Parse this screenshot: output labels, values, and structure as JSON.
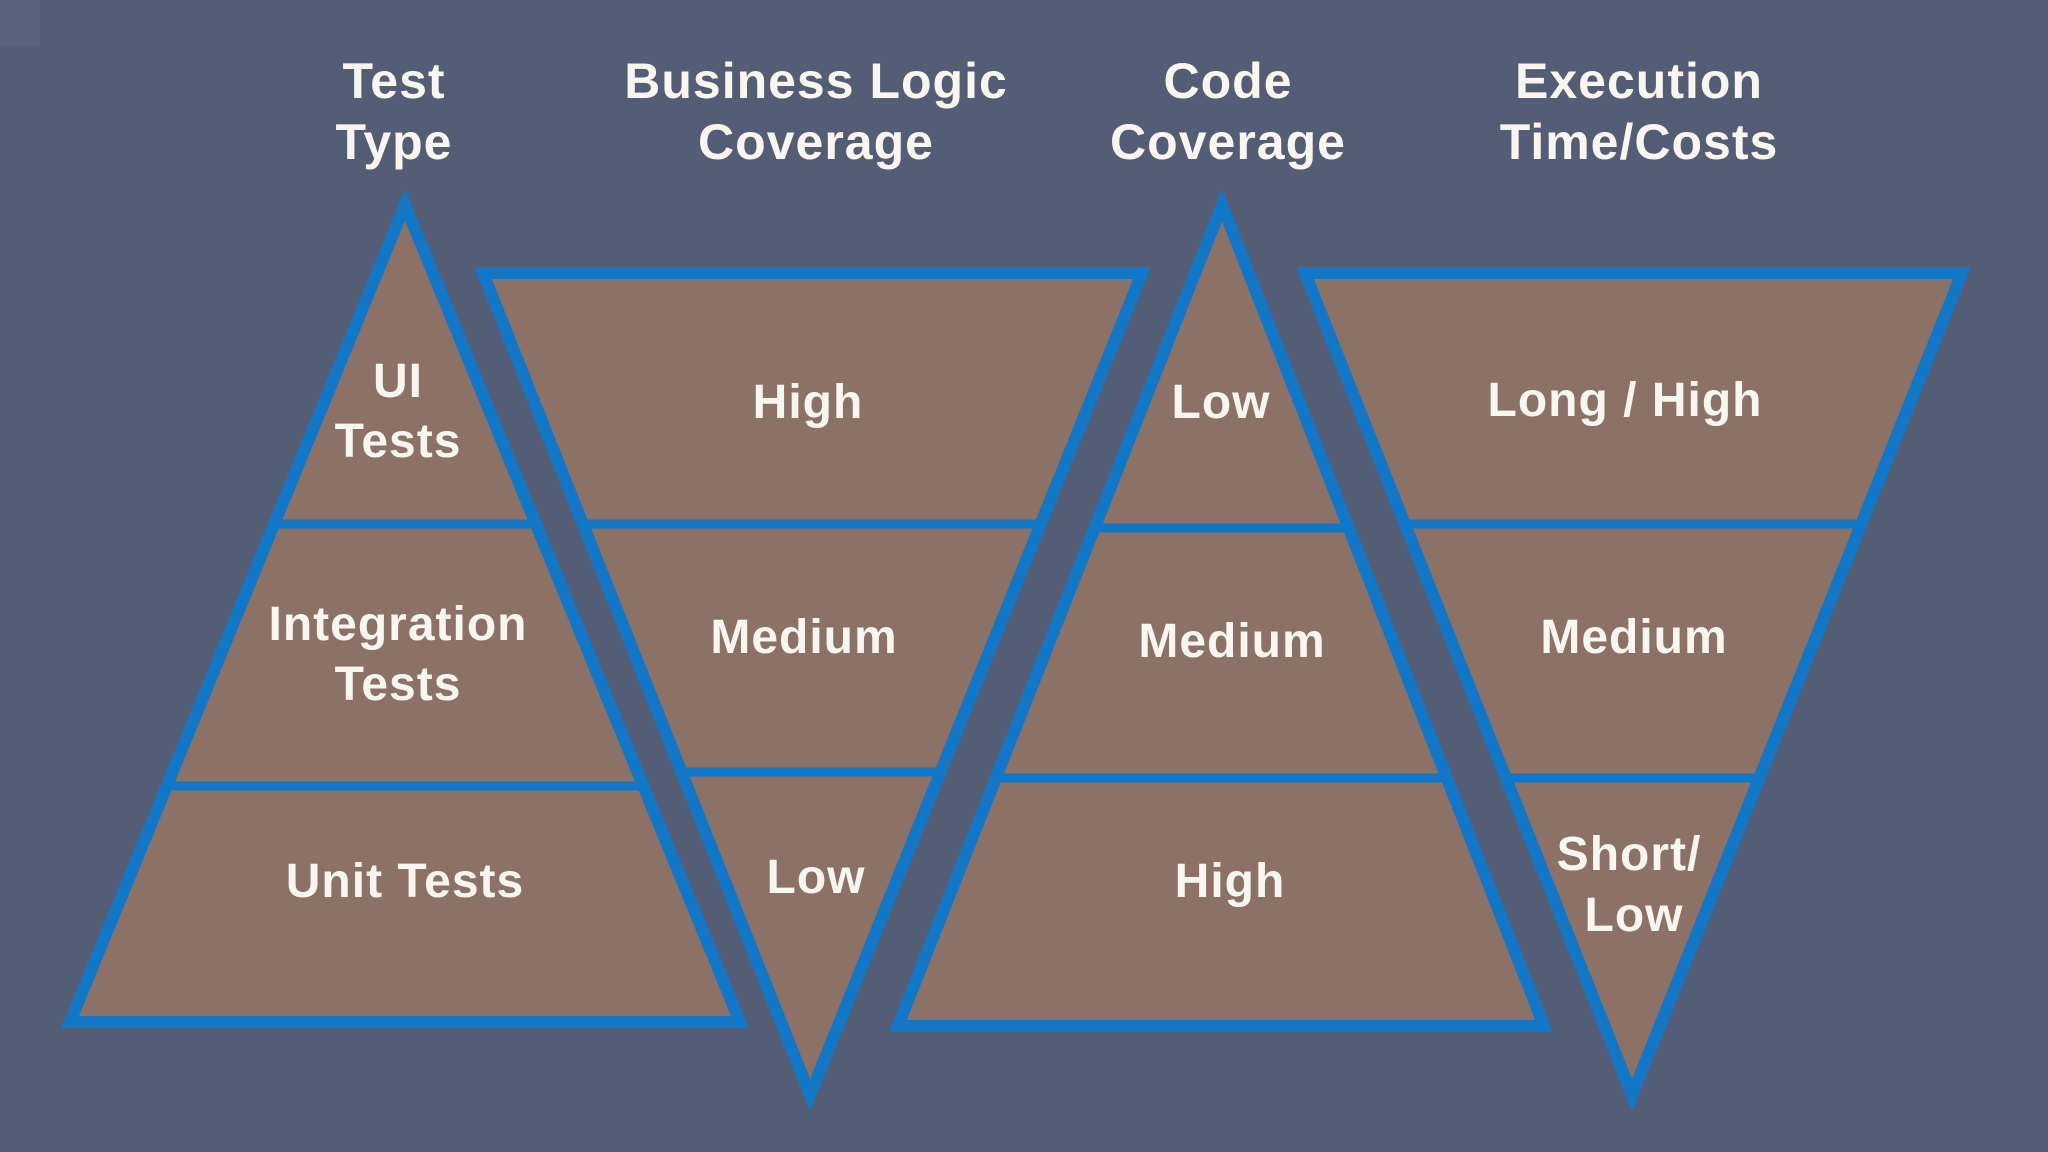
{
  "colors": {
    "bg": "#535d75",
    "fill": "#8b7166",
    "stroke": "#1377c7",
    "text": "#f9f5ef"
  },
  "columns": [
    {
      "header": [
        "Test",
        "Type"
      ],
      "shape": "pyramid-up",
      "bands": [
        {
          "lines": [
            "UI",
            "Tests"
          ]
        },
        {
          "lines": [
            "Integration",
            "Tests"
          ]
        },
        {
          "lines": [
            "Unit Tests"
          ]
        }
      ]
    },
    {
      "header": [
        "Business Logic",
        "Coverage"
      ],
      "shape": "pyramid-down",
      "bands": [
        {
          "lines": [
            "High"
          ]
        },
        {
          "lines": [
            "Medium"
          ]
        },
        {
          "lines": [
            "Low"
          ]
        }
      ]
    },
    {
      "header": [
        "Code",
        "Coverage"
      ],
      "shape": "pyramid-up",
      "bands": [
        {
          "lines": [
            "Low"
          ]
        },
        {
          "lines": [
            "Medium"
          ]
        },
        {
          "lines": [
            "High"
          ]
        }
      ]
    },
    {
      "header": [
        "Execution",
        "Time/Costs"
      ],
      "shape": "pyramid-down",
      "bands": [
        {
          "lines": [
            "Long / High"
          ]
        },
        {
          "lines": [
            "Medium"
          ]
        },
        {
          "lines": [
            "Short/",
            "Low"
          ]
        }
      ]
    }
  ]
}
